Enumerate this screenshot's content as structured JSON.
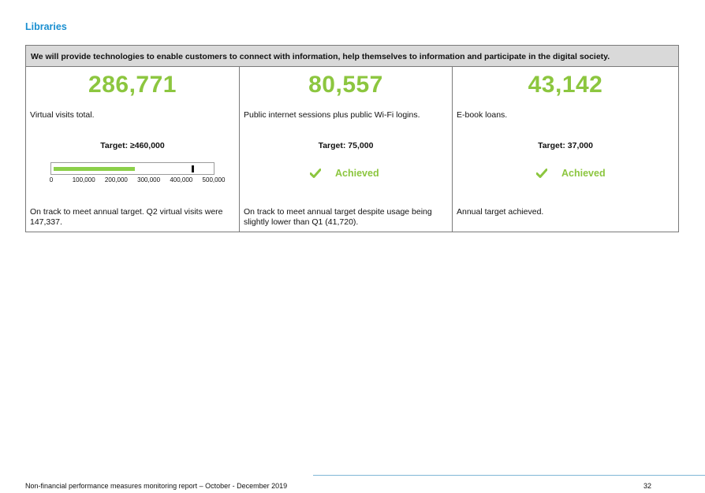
{
  "section": {
    "title": "Libraries"
  },
  "card": {
    "header": "We will provide technologies to enable customers to connect with information, help themselves to information and participate in the digital society.",
    "measures": [
      {
        "value": "286,771",
        "description": "Virtual visits total.",
        "target": "Target: ≥460,000",
        "progress": {
          "actual": 286771,
          "target": 460000,
          "max": 500000
        },
        "axis_ticks": [
          "0",
          "100,000",
          "200,000",
          "300,000",
          "400,000",
          "500,000"
        ],
        "comment": "On track to meet annual target. Q2 virtual visits were 147,337."
      },
      {
        "value": "80,557",
        "description": "Public internet sessions plus public Wi-Fi logins.",
        "target": "Target: 75,000",
        "status": "Achieved",
        "comment": "On track to meet annual target despite usage being slightly lower than Q1 (41,720)."
      },
      {
        "value": "43,142",
        "description": "E-book loans.",
        "target": "Target: 37,000",
        "status": "Achieved",
        "comment": "Annual target achieved."
      }
    ]
  },
  "colors": {
    "title": "#1a8fd0",
    "value": "#8cc63f",
    "bar": "#8cd04a",
    "header_bg": "#d9d9d9"
  },
  "icons": {
    "status_icon": "check-icon"
  },
  "footer": {
    "text": "Non-financial performance measures monitoring report – October - December 2019",
    "page": "32"
  }
}
